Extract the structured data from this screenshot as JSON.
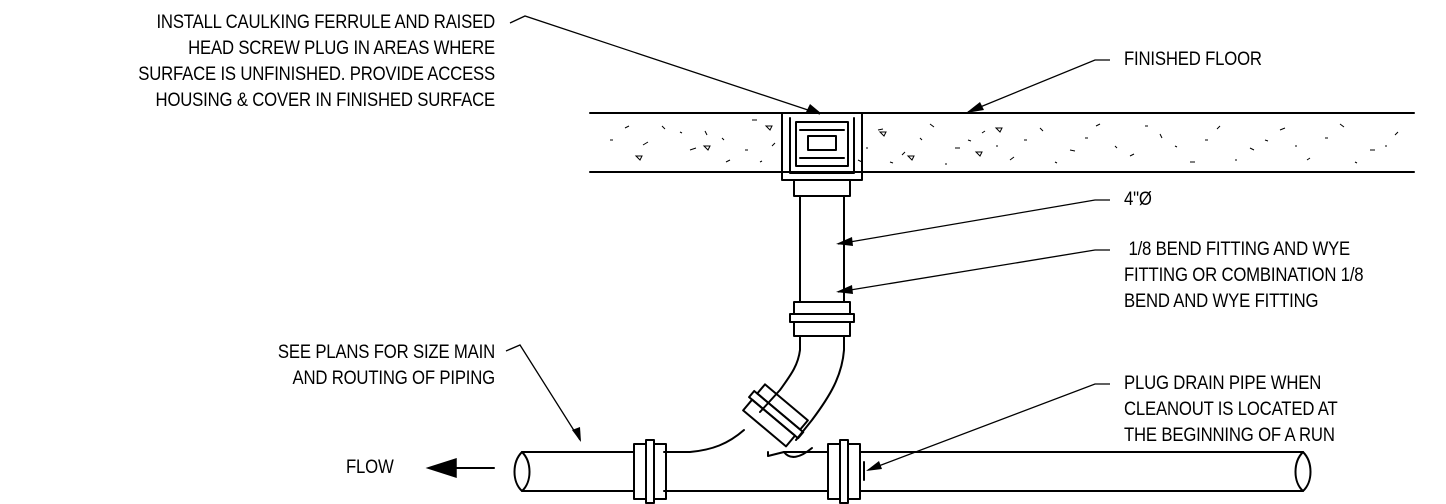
{
  "labels": {
    "caulking_ferrule": [
      "INSTALL CAULKING FERRULE AND RAISED",
      "HEAD SCREW PLUG IN  AREAS WHERE",
      "SURFACE IS UNFINISHED. PROVIDE ACCESS",
      "HOUSING & COVER IN FINISHED SURFACE"
    ],
    "finished_floor": [
      "FINISHED FLOOR"
    ],
    "pipe_size": [
      "4\"Ø"
    ],
    "bend_fitting": [
      " 1/8 BEND FITTING AND WYE",
      "FITTING OR COMBINATION 1/8",
      "BEND AND WYE FITTING"
    ],
    "see_plans": [
      "SEE PLANS FOR SIZE MAIN",
      "AND ROUTING OF PIPING"
    ],
    "plug_drain": [
      "PLUG DRAIN PIPE WHEN",
      "CLEANOUT IS LOCATED AT",
      "THE BEGINNING OF A RUN"
    ],
    "flow": [
      "FLOW"
    ]
  }
}
